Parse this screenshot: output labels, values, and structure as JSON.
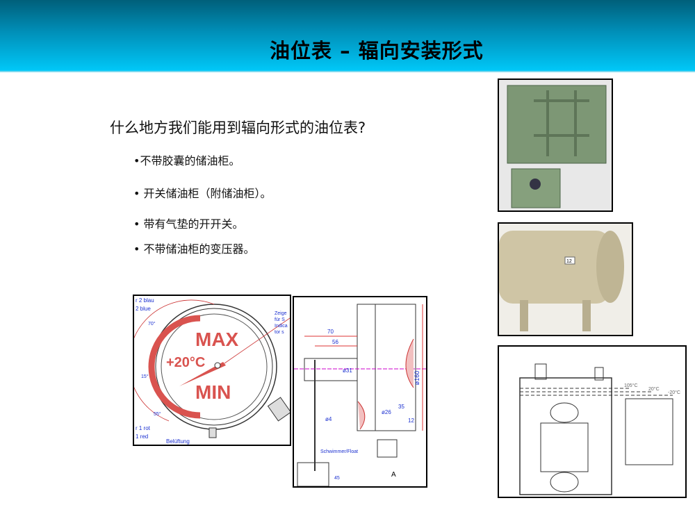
{
  "header": {
    "title": "油位表 – 辐向安装形式"
  },
  "main": {
    "question": "什么地方我们能用到辐向形式的油位表?",
    "bullets": [
      "•不带胶囊的储油柜。",
      "• 开关储油柜（附储油柜）。",
      "• 带有气垫的开开关。",
      "• 不带储油柜的变压器。"
    ]
  },
  "gauge_drawing": {
    "max": "MAX",
    "temp": "+20°C",
    "min": "MIN",
    "label_blue_de": "r 2 blau",
    "label_blue_en": "2 blue",
    "label_red_de": "r 1 rot",
    "label_red_en": "1 red",
    "vent": "Belüftung",
    "pointer_note": [
      "Zeige",
      "für S",
      "Indica",
      "tor s"
    ],
    "angles": [
      "70°",
      "15°",
      "55°"
    ]
  },
  "side_drawing": {
    "dims": [
      "70",
      "56",
      "ø31",
      "ø160",
      "ø26",
      "35",
      "12",
      "ø4",
      "45"
    ],
    "float_label": "Schwimmer/Float",
    "view": "A"
  },
  "photos": {
    "tank_label": "12"
  },
  "transformer_drawing": {
    "levels": [
      "105°C",
      "20°C",
      "-20°C"
    ]
  },
  "colors": {
    "header_top": "#005f7a",
    "header_bottom": "#00c8f8",
    "drawing_red": "#d9534f",
    "drawing_blue": "#1a2fd0",
    "photo_green": "#7d9775",
    "photo_beige": "#cfc5a5"
  }
}
